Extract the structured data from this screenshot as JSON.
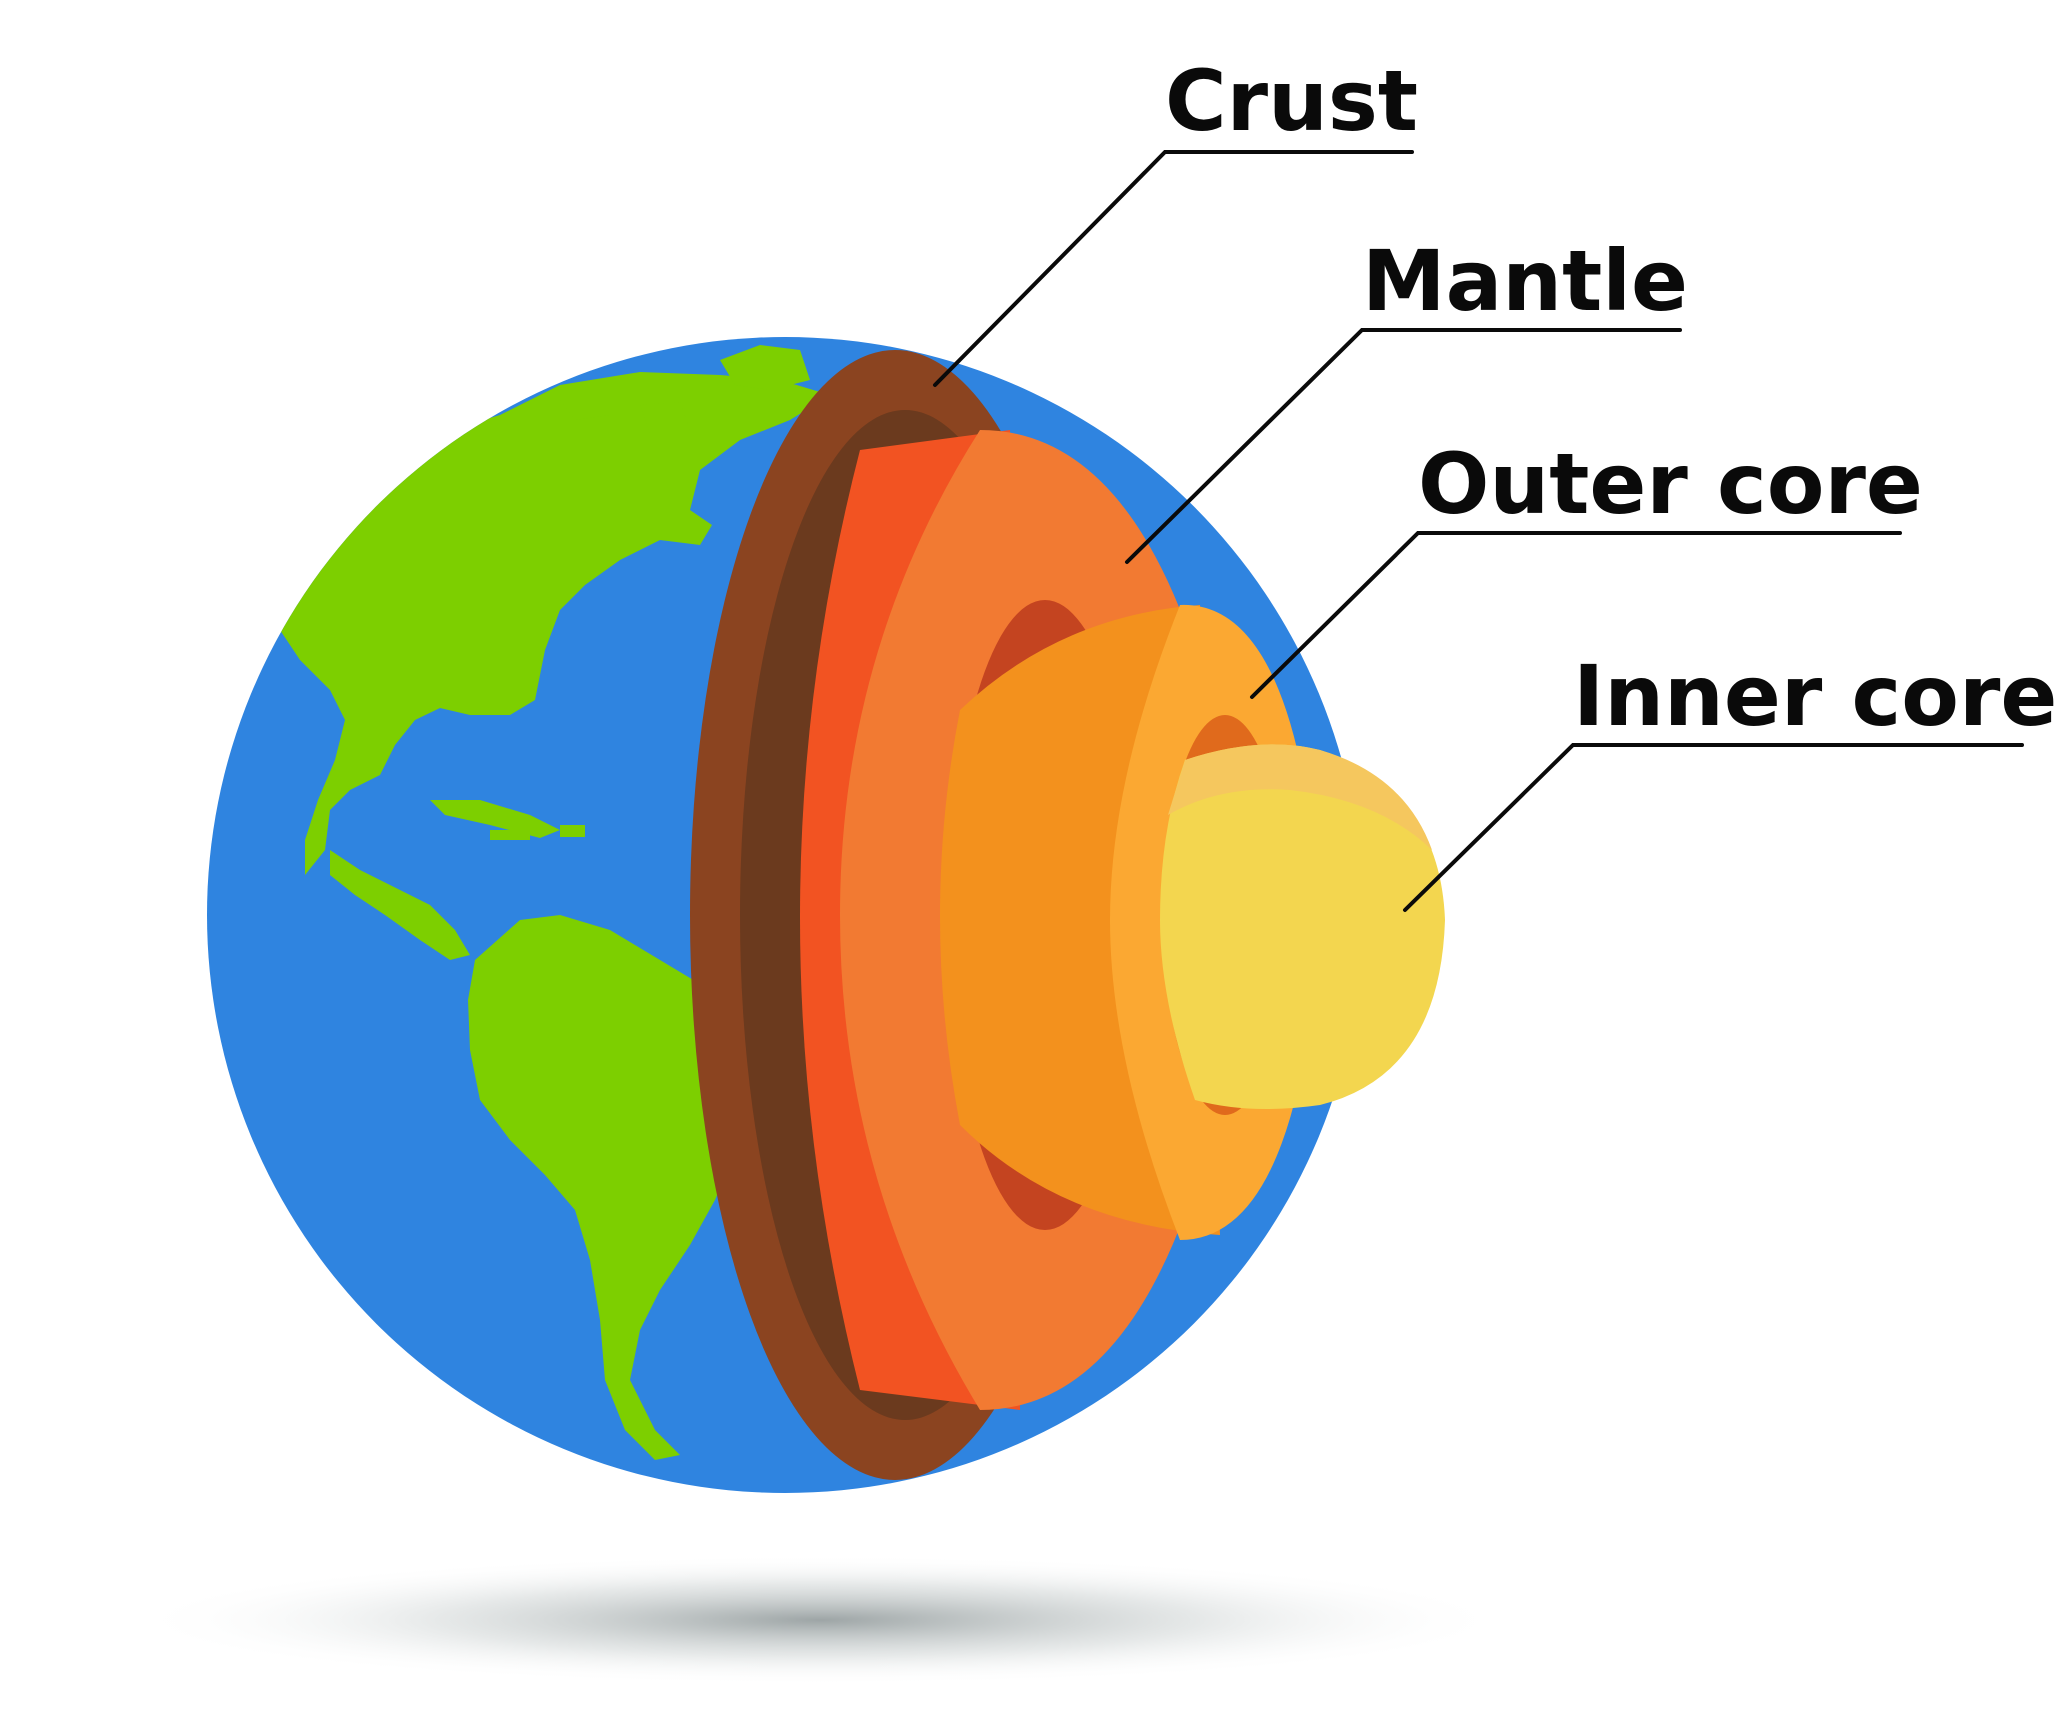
{
  "diagram": {
    "labels": {
      "crust": "Crust",
      "mantle": "Mantle",
      "outer_core": "Outer core",
      "inner_core": "Inner core"
    },
    "colors": {
      "ocean": "#2f84e0",
      "land": "#7dcf00",
      "crust": "#8b4420",
      "crust_inner": "#6b3a1e",
      "mantle_face": "#f25322",
      "mantle_shell": "#f27a32",
      "mantle_inner": "#c44420",
      "outer_core_face": "#f3911d",
      "outer_core_shell": "#fba832",
      "outer_core_inner": "#e06a1c",
      "inner_core": "#f3d64f",
      "inner_core_highlight": "#f5c75e",
      "leader_lines": "#0a0a0a"
    }
  }
}
